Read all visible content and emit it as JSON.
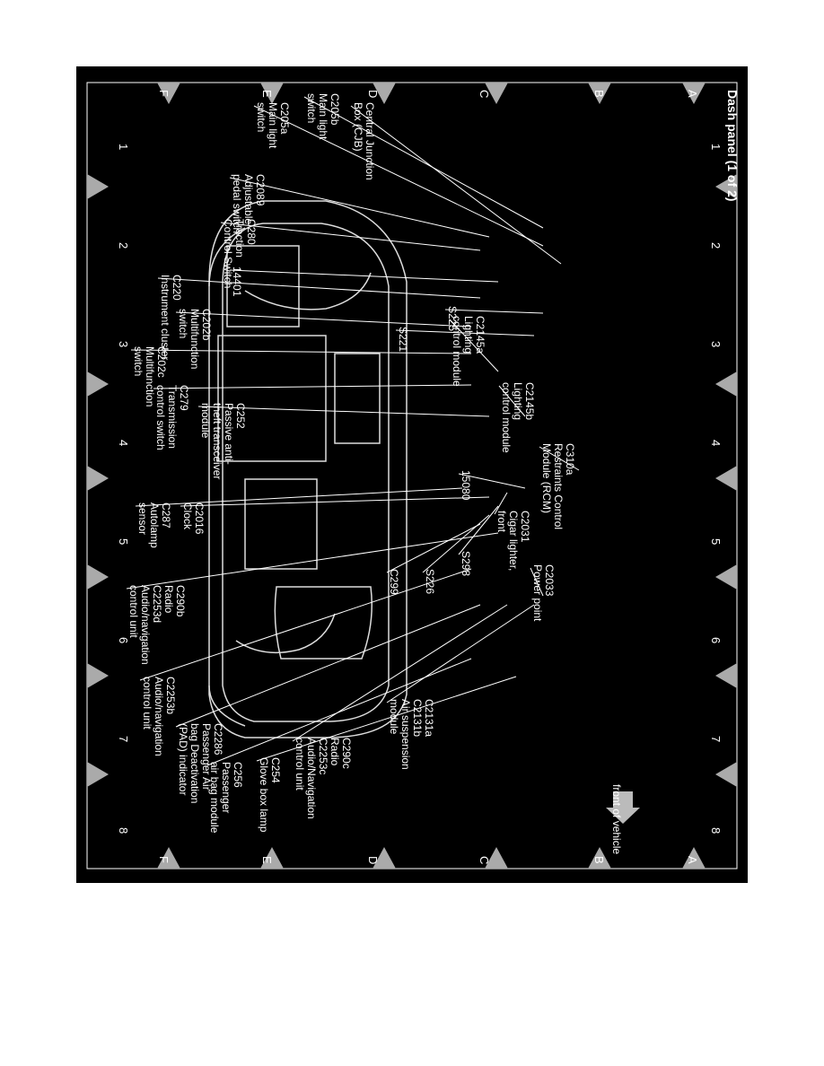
{
  "title": "Dash panel (1 of 2)",
  "grid": {
    "rows": [
      "A",
      "B",
      "C",
      "D",
      "E",
      "F"
    ],
    "cols": [
      "1",
      "2",
      "3",
      "4",
      "5",
      "6",
      "7",
      "8"
    ]
  },
  "front_note": "front of vehicle",
  "labels": [
    {
      "id": "c2089",
      "lines": [
        "C2089",
        "Adjustable",
        "pedal switch"
      ]
    },
    {
      "id": "c280",
      "lines": [
        "C280",
        "Traction",
        "Control Switch"
      ]
    },
    {
      "id": "c220",
      "lines": [
        "C220",
        "Instrument cluster"
      ]
    },
    {
      "id": "14401",
      "lines": [
        "14401"
      ]
    },
    {
      "id": "c202b",
      "lines": [
        "C202b",
        "Multifunction",
        "switch"
      ]
    },
    {
      "id": "c202c",
      "lines": [
        "C202c",
        "Multifunction",
        "switch"
      ]
    },
    {
      "id": "c279",
      "lines": [
        "C279",
        "Transmission",
        "control switch"
      ]
    },
    {
      "id": "c252",
      "lines": [
        "C252",
        "Passive anti-",
        "theft transceiver",
        "module"
      ]
    },
    {
      "id": "c287",
      "lines": [
        "C287",
        "Autolamp",
        "sensor"
      ]
    },
    {
      "id": "c2016",
      "lines": [
        "C2016",
        "Clock"
      ]
    },
    {
      "id": "c290b",
      "lines": [
        "C290b",
        "Radio",
        "C2253d",
        "Audio/navigation",
        "control unit"
      ]
    },
    {
      "id": "c2253b",
      "lines": [
        "C2253b",
        "Audio/navigation",
        "control unit"
      ]
    },
    {
      "id": "c2286",
      "lines": [
        "C2286",
        "Passenger Air",
        "bag Deactivation",
        "(PAD) indicator"
      ]
    },
    {
      "id": "c256",
      "lines": [
        "C256",
        "Passenger",
        "air bag module"
      ]
    },
    {
      "id": "c254",
      "lines": [
        "C254",
        "Glove box lamp"
      ]
    },
    {
      "id": "c290c",
      "lines": [
        "C290c",
        "Radio",
        "C2253c",
        "Audio/Navigation",
        "control unit"
      ]
    },
    {
      "id": "c2131",
      "lines": [
        "C2131a",
        "C2131b",
        "Air suspension",
        "module"
      ]
    },
    {
      "id": "c205a",
      "lines": [
        "C205a",
        "Main light",
        "switch"
      ]
    },
    {
      "id": "c205b",
      "lines": [
        "C205b",
        "Main light",
        "switch"
      ]
    },
    {
      "id": "cjb",
      "lines": [
        "Central Junction",
        "Box (CJB)"
      ]
    },
    {
      "id": "s225",
      "lines": [
        "S225"
      ]
    },
    {
      "id": "s221",
      "lines": [
        "S221"
      ]
    },
    {
      "id": "c2145a",
      "lines": [
        "C2145a",
        "Lighting",
        "control module"
      ]
    },
    {
      "id": "c2145b",
      "lines": [
        "C2145b",
        "Lighting",
        "control module"
      ]
    },
    {
      "id": "c310a",
      "lines": [
        "C310a",
        "Restraints Control",
        "Module (RCM)"
      ]
    },
    {
      "id": "15080",
      "lines": [
        "15080"
      ]
    },
    {
      "id": "c2031",
      "lines": [
        "C2031",
        "Cigar lighter,",
        "front"
      ]
    },
    {
      "id": "s298",
      "lines": [
        "S298"
      ]
    },
    {
      "id": "s226",
      "lines": [
        "S226"
      ]
    },
    {
      "id": "c299",
      "lines": [
        "C299"
      ]
    },
    {
      "id": "c2033",
      "lines": [
        "C2033",
        "Power point"
      ]
    }
  ]
}
